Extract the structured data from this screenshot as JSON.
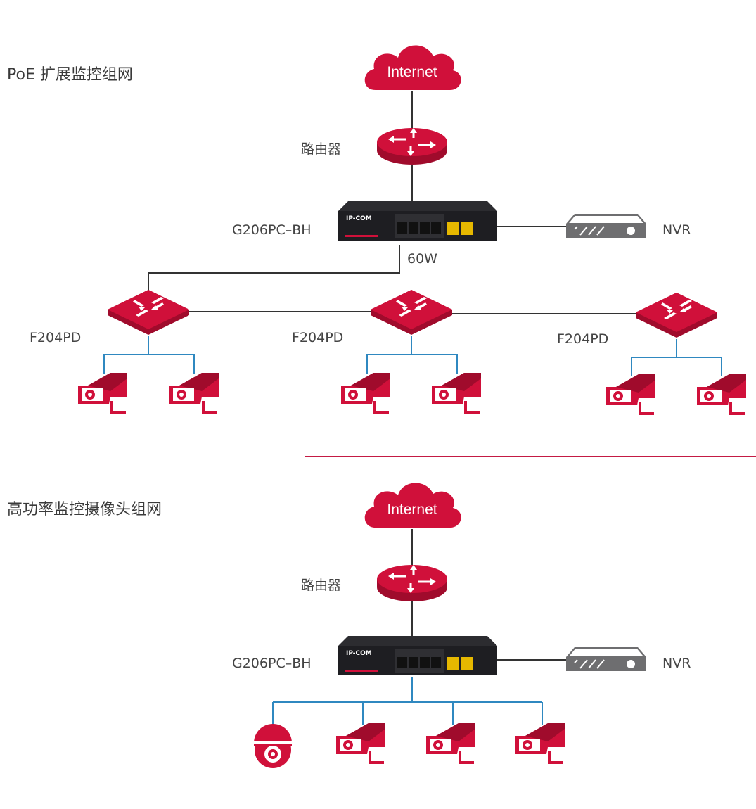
{
  "colors": {
    "brand_red": "#d0103a",
    "line_black": "#333333",
    "line_blue": "#2f88c0",
    "switch_body": "#1e1e22",
    "nvr_gray": "#6e6e70"
  },
  "section1": {
    "title": "PoE 扩展监控组网",
    "internet": "Internet",
    "router": "路由器",
    "switch": "G206PC–BH",
    "switch_brand": "IP-COM",
    "nvr": "NVR",
    "power": "60W",
    "extenders": [
      "F204PD",
      "F204PD",
      "F204PD"
    ]
  },
  "section2": {
    "title": "高功率监控摄像头组网",
    "internet": "Internet",
    "router": "路由器",
    "switch": "G206PC–BH",
    "switch_brand": "IP-COM",
    "nvr": "NVR"
  },
  "icons": [
    "cloud-icon",
    "router-icon",
    "switch-icon",
    "nvr-icon",
    "extender-icon",
    "bullet-camera-icon",
    "dome-camera-icon"
  ]
}
